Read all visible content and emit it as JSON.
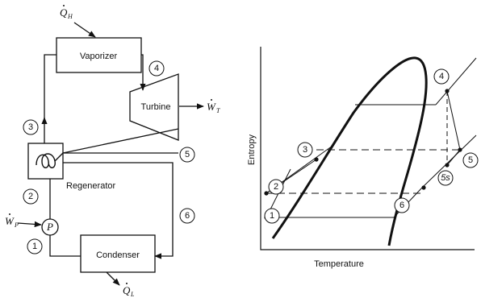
{
  "cycle": {
    "components": {
      "vaporizer": "Vaporizer",
      "turbine": "Turbine",
      "regenerator": "Regenerator",
      "condenser": "Condenser",
      "pump": "P"
    },
    "heat_flows": {
      "q_h": {
        "symbol": "Q",
        "sub": "H"
      },
      "w_t": {
        "symbol": "W",
        "sub": "T"
      },
      "w_p": {
        "symbol": "W",
        "sub": "P"
      },
      "q_l": {
        "symbol": "Q",
        "sub": "L"
      }
    },
    "state_points": [
      "1",
      "2",
      "3",
      "4",
      "5",
      "6"
    ]
  },
  "ts_diagram": {
    "ylabel": "Entropy",
    "xlabel": "Temperature",
    "points": [
      "1",
      "2",
      "3",
      "4",
      "5",
      "5s",
      "6"
    ]
  }
}
